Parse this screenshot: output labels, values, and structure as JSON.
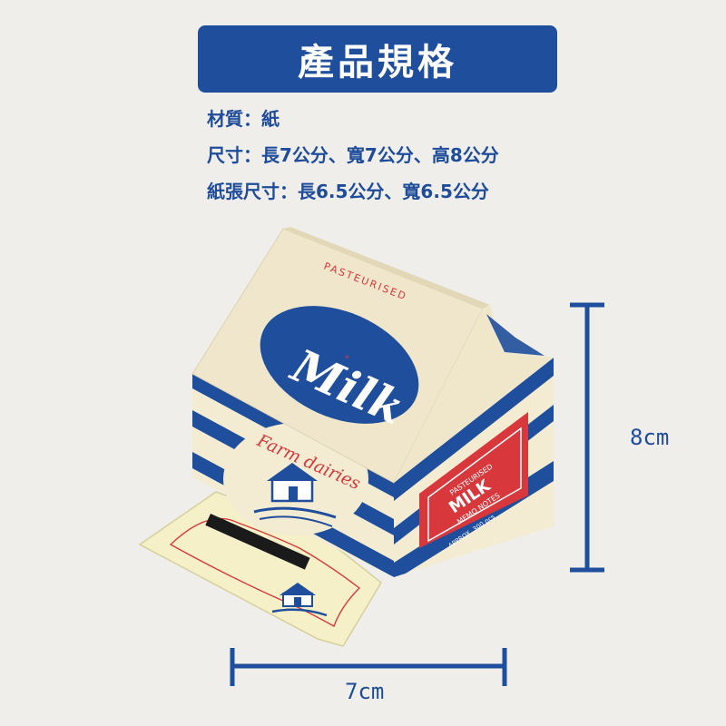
{
  "title": "產品規格",
  "specs": [
    {
      "label": "材質：",
      "value": "紙"
    },
    {
      "label": "尺寸：",
      "value": "長7公分、寬7公分、高8公分"
    },
    {
      "label": "紙張尺寸：",
      "value": "長6.5公分、寬6.5公分"
    }
  ],
  "product": {
    "top_text": "PASTEURISED",
    "logo_text": "Milk",
    "brand_text": "Farm dairies",
    "side_small": "PASTEURISED",
    "side_big": "MILK",
    "side_sub": "MEMO NOTES",
    "side_approx": "APPROX. 300 pcs"
  },
  "dimensions": {
    "height": "8cm",
    "width": "7cm"
  },
  "colors": {
    "brand_blue": "#1f4e9c",
    "cream": "#f4ecd2",
    "red": "#d8383c",
    "background": "#efeeea"
  }
}
